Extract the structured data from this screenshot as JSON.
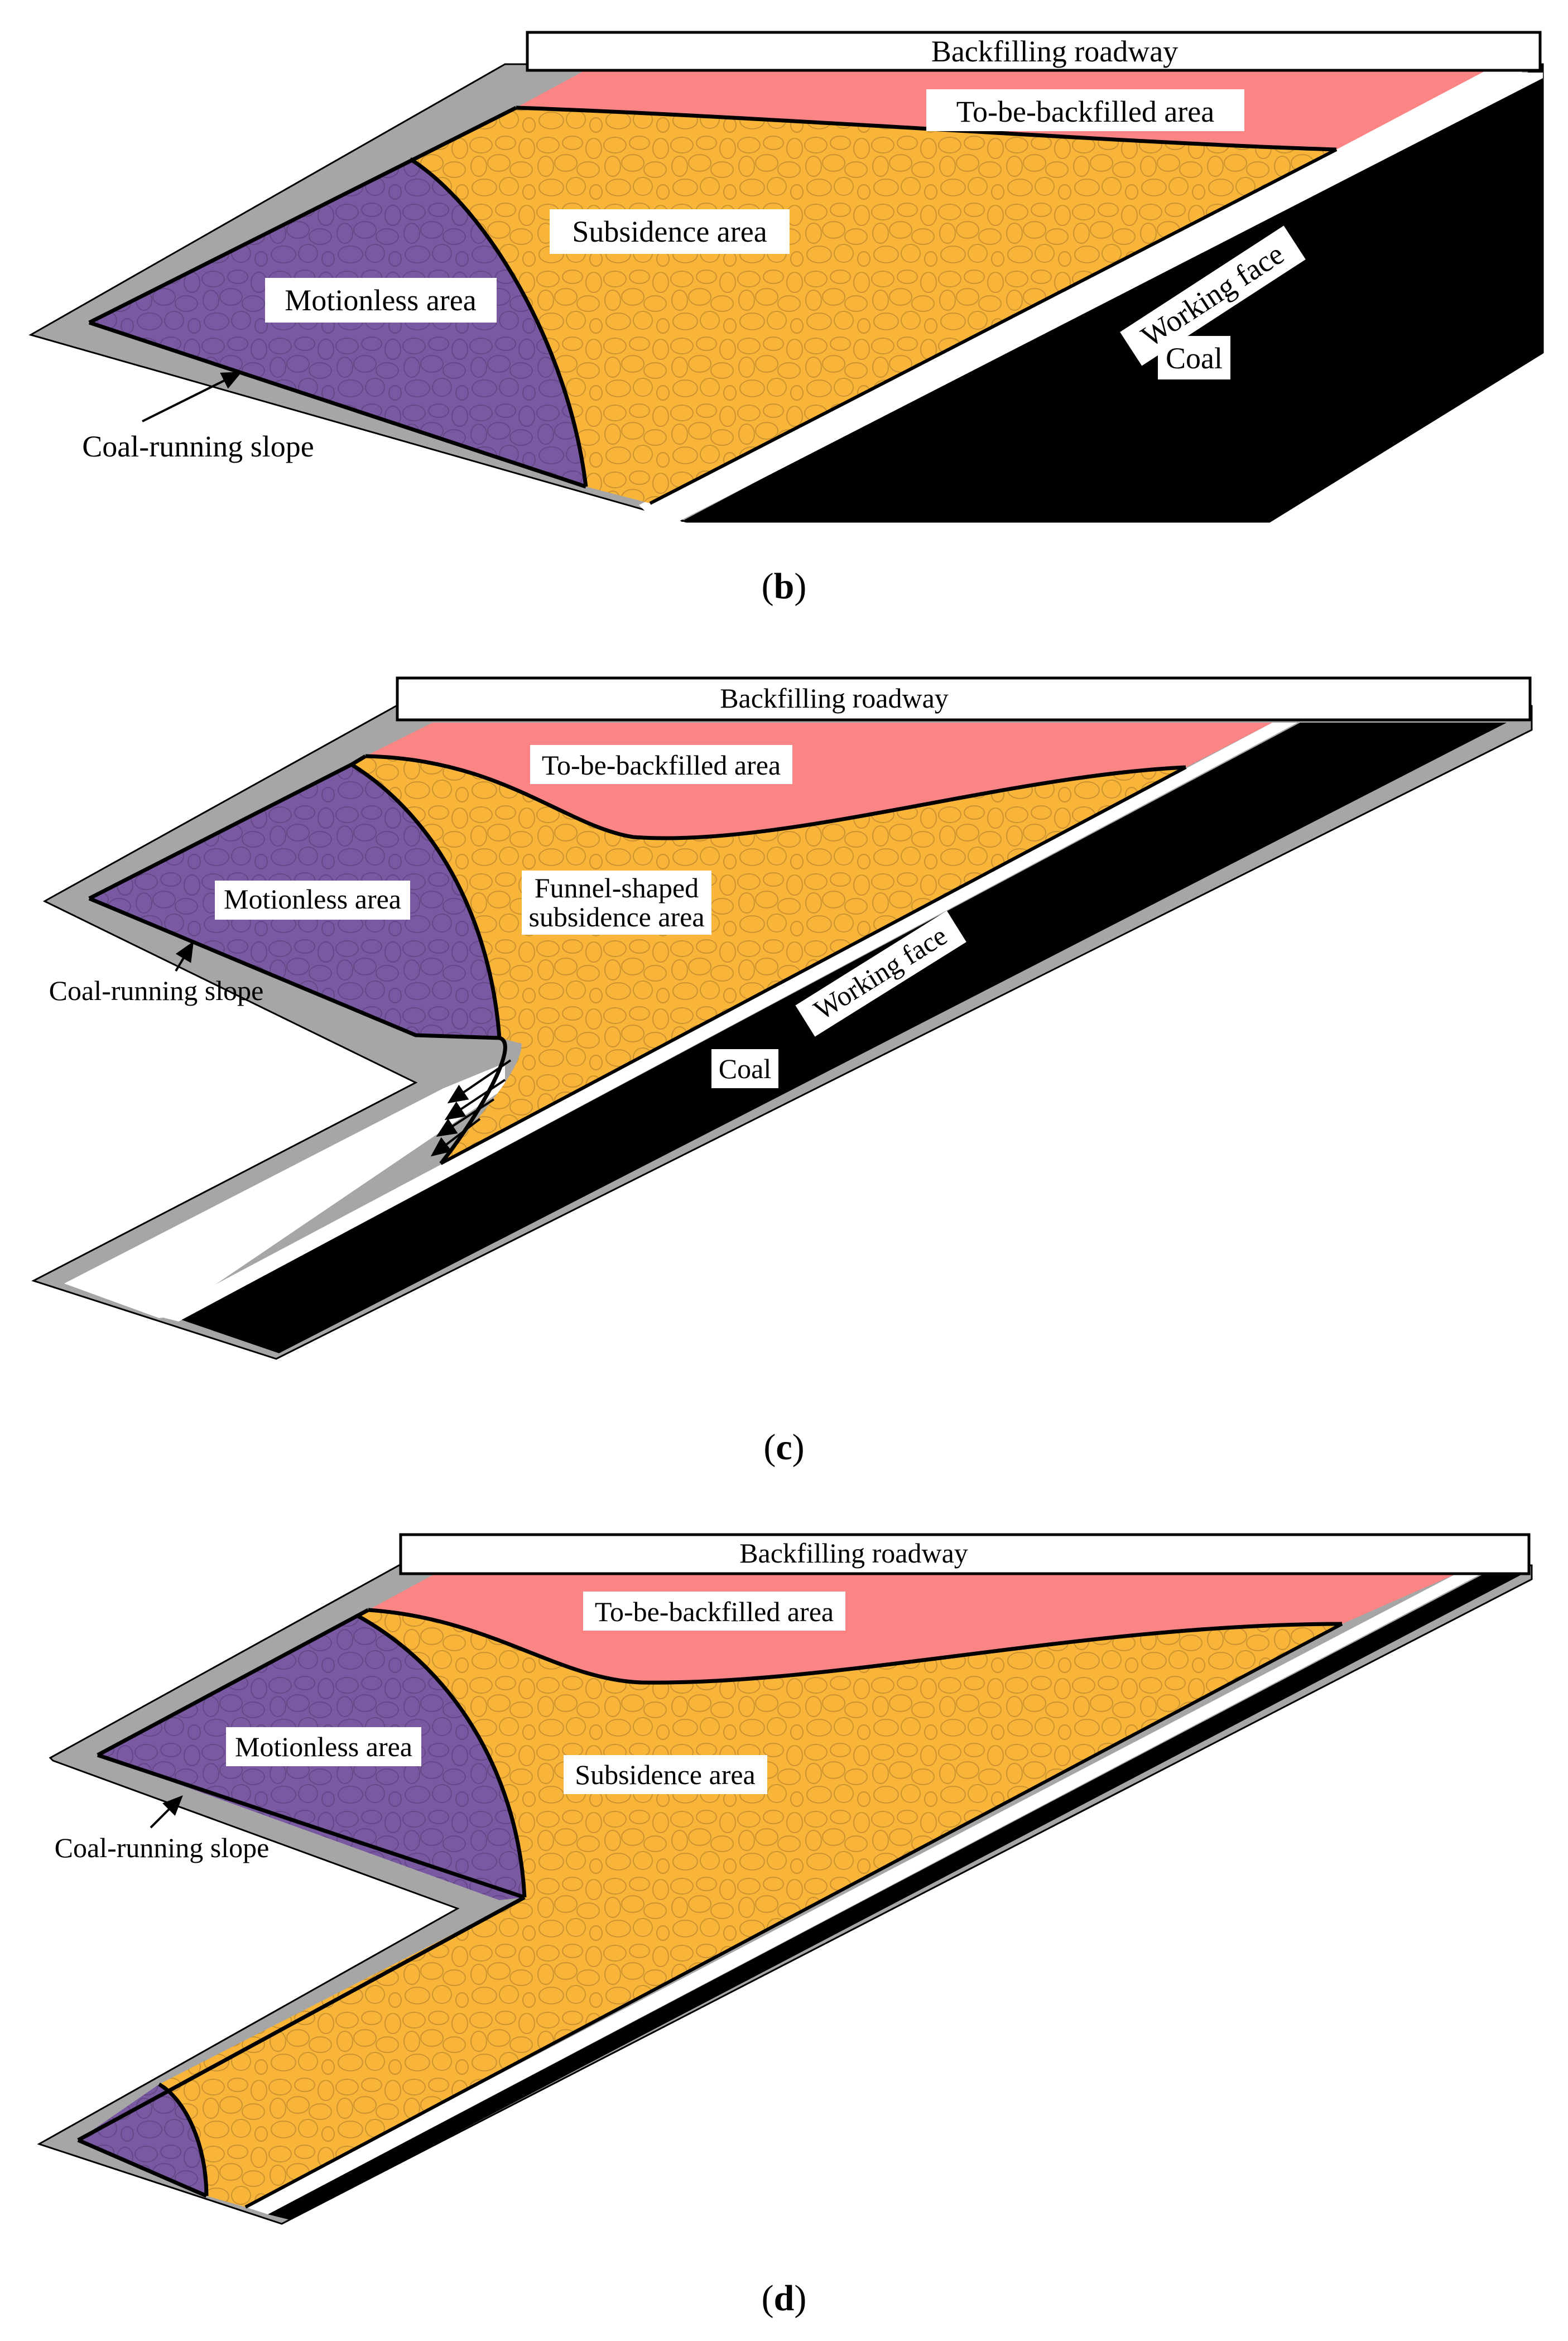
{
  "colors": {
    "frame_gray": "#a6a6a6",
    "motionless_purple": "#7a59a3",
    "subsidence_orange": "#f9b53a",
    "backfill_pink": "#fb8585",
    "coal_black": "#000000",
    "road_white": "#ffffff"
  },
  "panels": [
    {
      "caption_open": "(",
      "caption_letter": "b",
      "caption_close": ")",
      "roadway_label": "Backfilling roadway",
      "backfill_label": "To-be-backfilled area",
      "subsidence_label": "Subsidence area",
      "motionless_label": "Motionless area",
      "working_face_label": "Working face",
      "coal_label": "Coal",
      "slope_label": "Coal-running slope"
    },
    {
      "caption_open": "(",
      "caption_letter": "c",
      "caption_close": ")",
      "roadway_label": "Backfilling roadway",
      "backfill_label": "To-be-backfilled area",
      "subsidence_label_line1": "Funnel-shaped",
      "subsidence_label_line2": "subsidence area",
      "motionless_label": "Motionless area",
      "working_face_label": "Working face",
      "coal_label": "Coal",
      "slope_label": "Coal-running slope"
    },
    {
      "caption_open": "(",
      "caption_letter": "d",
      "caption_close": ")",
      "roadway_label": "Backfilling roadway",
      "backfill_label": "To-be-backfilled area",
      "subsidence_label": "Subsidence area",
      "motionless_label": "Motionless area",
      "slope_label": "Coal-running slope"
    }
  ]
}
